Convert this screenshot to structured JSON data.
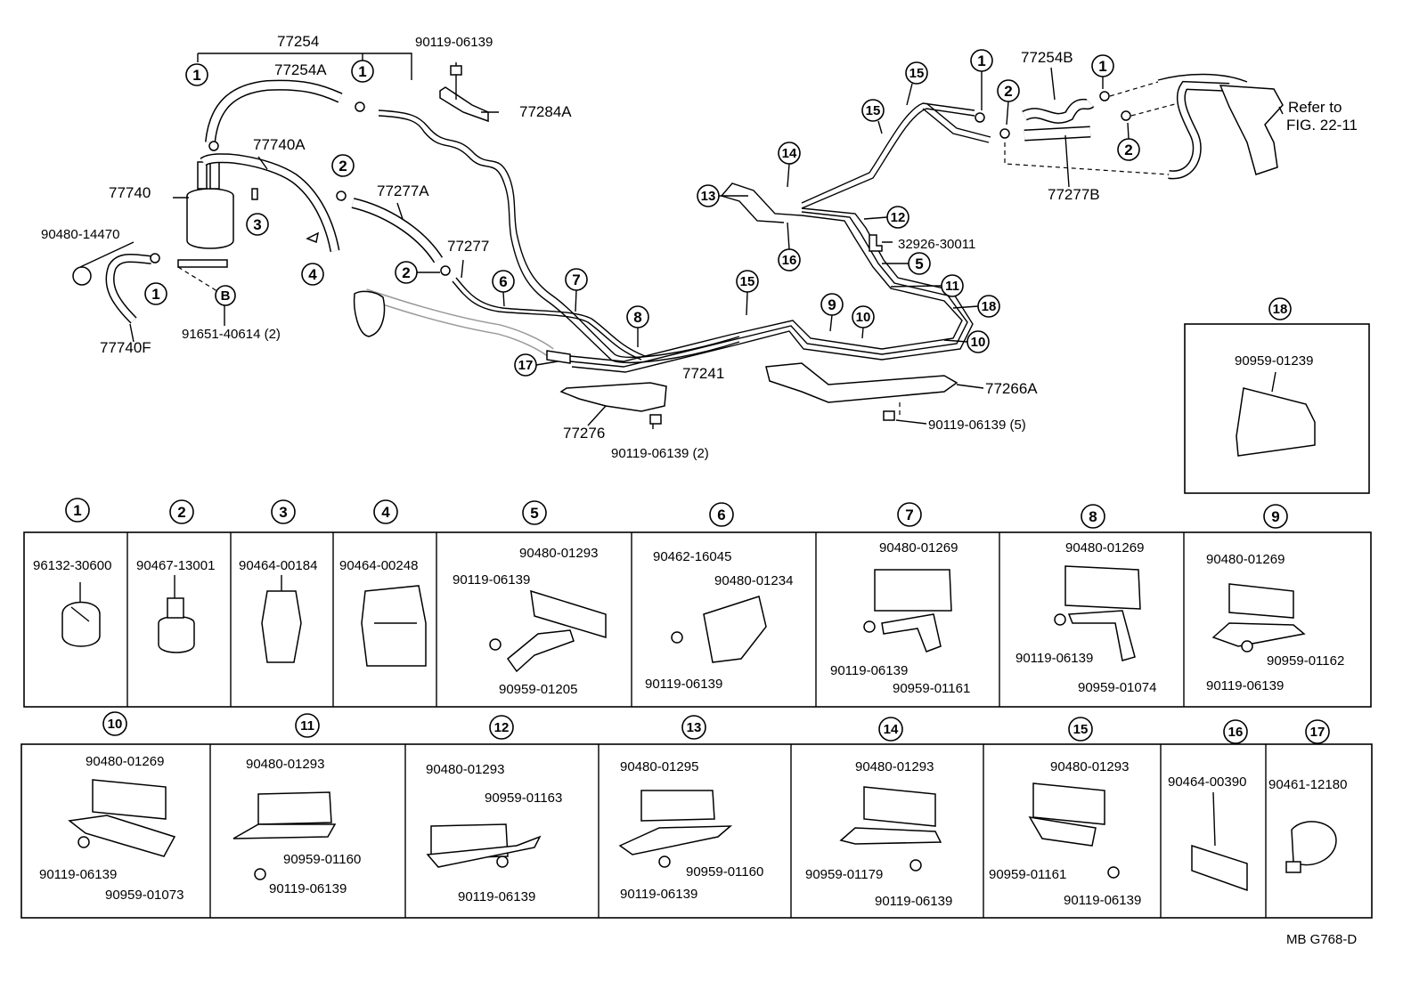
{
  "figure": {
    "code": "MB  G768-D",
    "refer_text_line1": "Refer to",
    "refer_text_line2": "FIG. 22-11"
  },
  "main_labels": [
    "77254",
    "77254A",
    "90119-06139",
    "77284A",
    "77740A",
    "77740",
    "77277A",
    "90480-14470",
    "77277",
    "91651-40614 (2)",
    "77740F",
    "77254B",
    "77277B",
    "32926-30011",
    "77241",
    "77276",
    "90119-06139 (2)",
    "77266A",
    "90119-06139 (5)"
  ],
  "callouts": [
    "1",
    "2",
    "3",
    "4",
    "5",
    "6",
    "7",
    "8",
    "9",
    "10",
    "11",
    "12",
    "13",
    "14",
    "15",
    "16",
    "17",
    "18",
    "B"
  ],
  "clip_cells": [
    {
      "num": "1",
      "parts": [
        "96132-30600"
      ]
    },
    {
      "num": "2",
      "parts": [
        "90467-13001"
      ]
    },
    {
      "num": "3",
      "parts": [
        "90464-00184"
      ]
    },
    {
      "num": "4",
      "parts": [
        "90464-00248"
      ]
    },
    {
      "num": "5",
      "parts": [
        "90480-01293",
        "90119-06139",
        "90959-01205"
      ]
    },
    {
      "num": "6",
      "parts": [
        "90462-16045",
        "90480-01234",
        "90119-06139"
      ]
    },
    {
      "num": "7",
      "parts": [
        "90480-01269",
        "90119-06139",
        "90959-01161"
      ]
    },
    {
      "num": "8",
      "parts": [
        "90480-01269",
        "90119-06139",
        "90959-01074"
      ]
    },
    {
      "num": "9",
      "parts": [
        "90480-01269",
        "90959-01162",
        "90119-06139"
      ]
    },
    {
      "num": "10",
      "parts": [
        "90480-01269",
        "90119-06139",
        "90959-01073"
      ]
    },
    {
      "num": "11",
      "parts": [
        "90480-01293",
        "90959-01160",
        "90119-06139"
      ]
    },
    {
      "num": "12",
      "parts": [
        "90480-01293",
        "90959-01163",
        "90119-06139"
      ]
    },
    {
      "num": "13",
      "parts": [
        "90480-01295",
        "90119-06139",
        "90959-01160"
      ]
    },
    {
      "num": "14",
      "parts": [
        "90480-01293",
        "90959-01179",
        "90119-06139"
      ]
    },
    {
      "num": "15",
      "parts": [
        "90480-01293",
        "90959-01161",
        "90119-06139"
      ]
    },
    {
      "num": "16",
      "parts": [
        "90464-00390"
      ]
    },
    {
      "num": "17",
      "parts": [
        "90461-12180"
      ]
    },
    {
      "num": "18",
      "parts": [
        "90959-01239"
      ]
    }
  ]
}
